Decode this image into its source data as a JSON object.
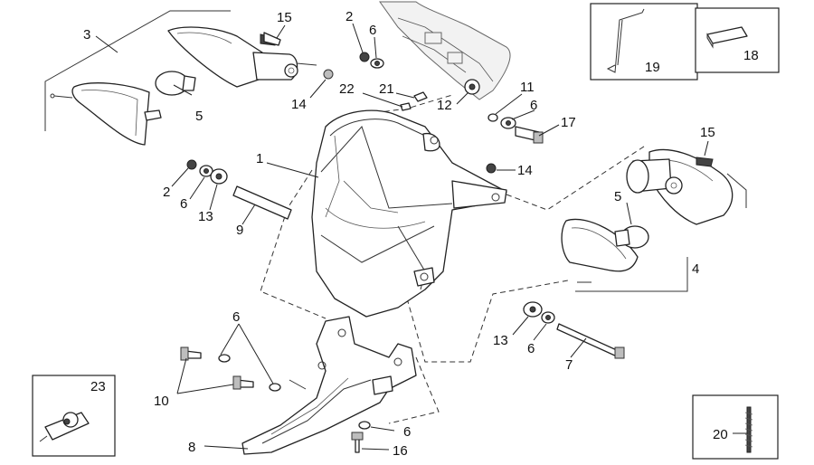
{
  "callouts": [
    {
      "id": "c1",
      "text": "1"
    },
    {
      "id": "c2a",
      "text": "2"
    },
    {
      "id": "c2b",
      "text": "2"
    },
    {
      "id": "c3",
      "text": "3"
    },
    {
      "id": "c4",
      "text": "4"
    },
    {
      "id": "c5a",
      "text": "5"
    },
    {
      "id": "c5b",
      "text": "5"
    },
    {
      "id": "c6a",
      "text": "6"
    },
    {
      "id": "c6b",
      "text": "6"
    },
    {
      "id": "c6c",
      "text": "6"
    },
    {
      "id": "c6d",
      "text": "6"
    },
    {
      "id": "c6e",
      "text": "6"
    },
    {
      "id": "c6f",
      "text": "6"
    },
    {
      "id": "c7",
      "text": "7"
    },
    {
      "id": "c8",
      "text": "8"
    },
    {
      "id": "c9",
      "text": "9"
    },
    {
      "id": "c10",
      "text": "10"
    },
    {
      "id": "c11",
      "text": "11"
    },
    {
      "id": "c12",
      "text": "12"
    },
    {
      "id": "c13a",
      "text": "13"
    },
    {
      "id": "c13b",
      "text": "13"
    },
    {
      "id": "c14a",
      "text": "14"
    },
    {
      "id": "c14b",
      "text": "14"
    },
    {
      "id": "c15a",
      "text": "15"
    },
    {
      "id": "c15b",
      "text": "15"
    },
    {
      "id": "c16",
      "text": "16"
    },
    {
      "id": "c17",
      "text": "17"
    },
    {
      "id": "c18",
      "text": "18"
    },
    {
      "id": "c19",
      "text": "19"
    },
    {
      "id": "c20",
      "text": "20"
    },
    {
      "id": "c21",
      "text": "21"
    },
    {
      "id": "c22",
      "text": "22"
    },
    {
      "id": "c23",
      "text": "23"
    }
  ],
  "colors": {
    "line": "#222222",
    "background": "#ffffff"
  }
}
